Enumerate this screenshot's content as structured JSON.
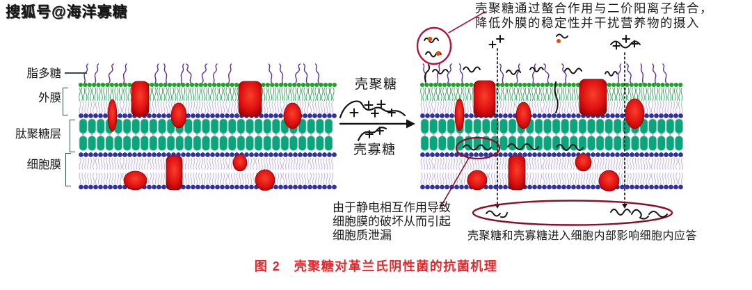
{
  "watermark": "搜狐号@海洋寡糖",
  "membrane_labels": {
    "lipopolysaccharide": "脂多糖",
    "outer_membrane": "外膜",
    "peptidoglycan_layer": "肽聚糖层",
    "cell_membrane": "细胞膜"
  },
  "reaction_arrow": {
    "above_label": "壳聚糖",
    "below_label": "壳寡糖"
  },
  "annotations": {
    "chelation": {
      "line1": "壳聚糖通过螯合作用与二价阳离子结合，",
      "line2": "降低外膜的稳定性并干扰营养物的摄入"
    },
    "electrostatic": {
      "line1": "由于静电相互作用导致",
      "line2": "细胞膜的破坏从而引起",
      "line3": "细胞质泄漏"
    },
    "intracellular": "壳聚糖和壳寡糖进入细胞内部影响细胞内应答"
  },
  "caption": "图 2　壳聚糖对革兰氏阴性菌的抗菌机理",
  "colors": {
    "caption_red": "#e8262a",
    "pointer_crimson": "#b5123c",
    "ellipse_crimson": "#8b1026",
    "membrane_head_green": "#1fa32a",
    "green_hatch": "#2f9e5e",
    "peptidoglycan_teal": "#0aa57c",
    "phospholipid_blue": "#31319f",
    "lps_purple": "#5b2d9e",
    "protein_red": "#dd0f0f",
    "tail_lilac": "#c0b0e0",
    "chitosan_black": "#141414"
  }
}
